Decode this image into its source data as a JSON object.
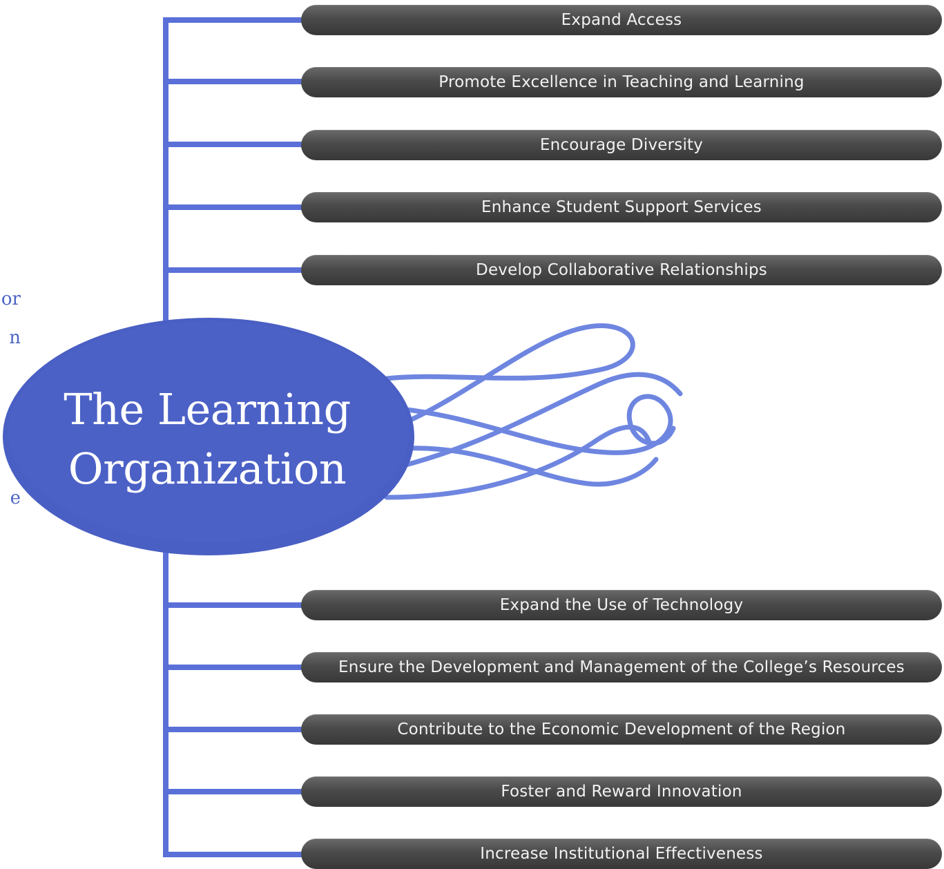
{
  "hub": {
    "line1": "The Learning",
    "line2": "Organization"
  },
  "colors": {
    "connector": "#5a70d8",
    "hub": "#4a5fc4",
    "flourish": "#6e86e0",
    "goal_bar": "#464646",
    "goal_text": "#f2f2f2"
  },
  "goals_top": [
    "Expand Access",
    "Promote Excellence in Teaching and Learning",
    "Encourage Diversity",
    "Enhance Student Support Services",
    "Develop Collaborative Relationships"
  ],
  "goals_bottom": [
    "Expand the Use of Technology",
    "Ensure the Development and Management of the College’s Resources",
    "Contribute to the Economic Development of the Region",
    "Foster and Reward Innovation",
    "Increase Institutional Effectiveness"
  ],
  "left_fragments": [
    "or",
    "n",
    "e"
  ]
}
